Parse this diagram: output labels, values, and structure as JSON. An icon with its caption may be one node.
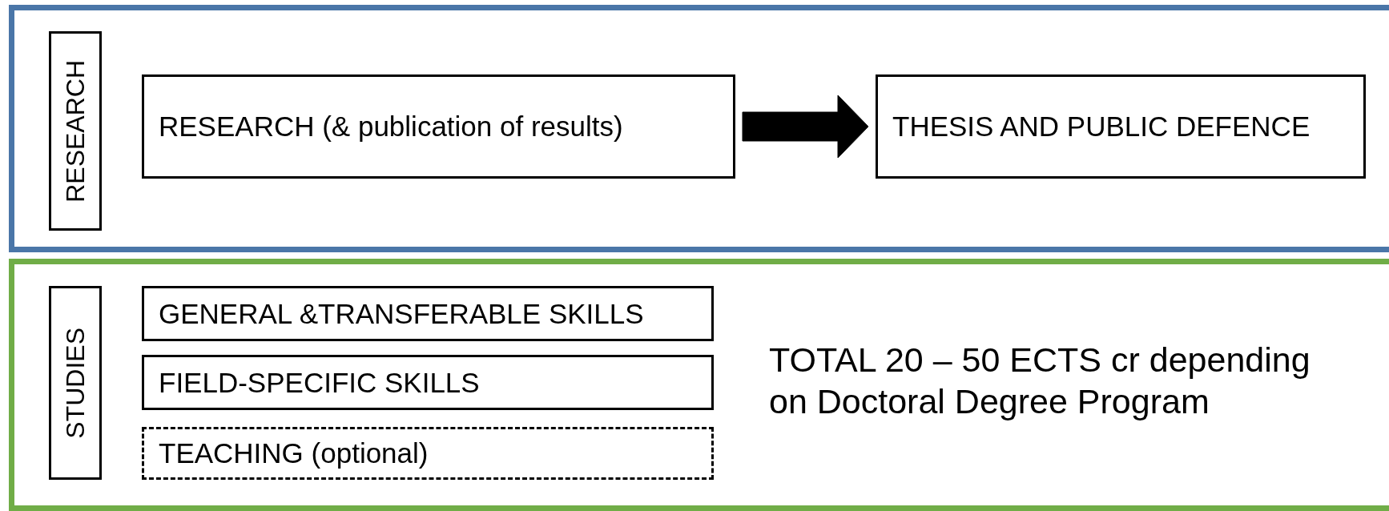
{
  "diagram": {
    "nodes": [
      {
        "text": [],
        "shape": "box"
      },
      {
        "text": [
          "RESEARCH"
        ],
        "in": 0
      },
      {
        "text": [
          "RESEARCH (& publication of results)"
        ],
        "in": 0
      },
      {
        "text": [
          "THESIS AND PUBLIC DEFENCE"
        ],
        "in": 0
      },
      {
        "text": [],
        "shape": "box"
      },
      {
        "text": [
          "STUDIES"
        ],
        "in": 4
      },
      {
        "text": [
          "GENERAL &TRANSFERABLE SKILLS"
        ],
        "in": 4
      },
      {
        "text": [
          "FIELD-SPECIFIC SKILLS"
        ],
        "in": 4
      },
      {
        "text": [
          "TEACHING (optional)"
        ],
        "in": 4
      }
    ],
    "edges": [
      {
        "from": 2,
        "to": 3,
        "arrow": "to",
        "style": "thick"
      }
    ],
    "labels": [
      "TOTAL 20 – 50 ECTS cr depending on Doctoral Degree Program"
    ]
  }
}
